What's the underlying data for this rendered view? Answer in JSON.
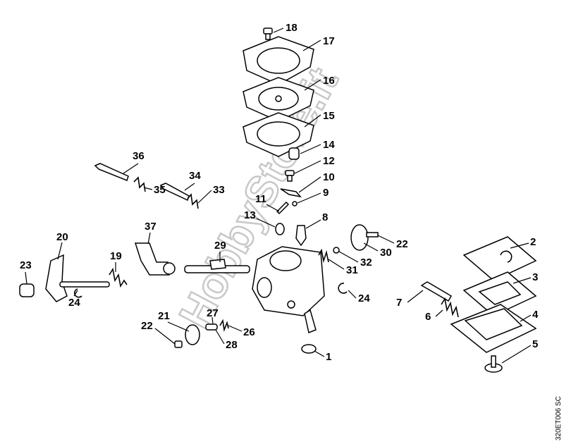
{
  "diagram": {
    "watermark": "HobbyStore.it",
    "drawing_code": "320ET006 SC",
    "part_labels": {
      "p1": "1",
      "p2": "2",
      "p3": "3",
      "p4": "4",
      "p5": "5",
      "p6": "6",
      "p7": "7",
      "p8": "8",
      "p9": "9",
      "p10": "10",
      "p11": "11",
      "p12": "12",
      "p13": "13",
      "p14": "14",
      "p15": "15",
      "p16": "16",
      "p17": "17",
      "p18": "18",
      "p19": "19",
      "p20": "20",
      "p21": "21",
      "p22a": "22",
      "p22b": "22",
      "p23": "23",
      "p24a": "24",
      "p24b": "24",
      "p26": "26",
      "p27": "27",
      "p28": "28",
      "p29": "29",
      "p30": "30",
      "p31": "31",
      "p32": "32",
      "p33": "33",
      "p34": "34",
      "p35": "35",
      "p36": "36",
      "p37": "37"
    }
  }
}
